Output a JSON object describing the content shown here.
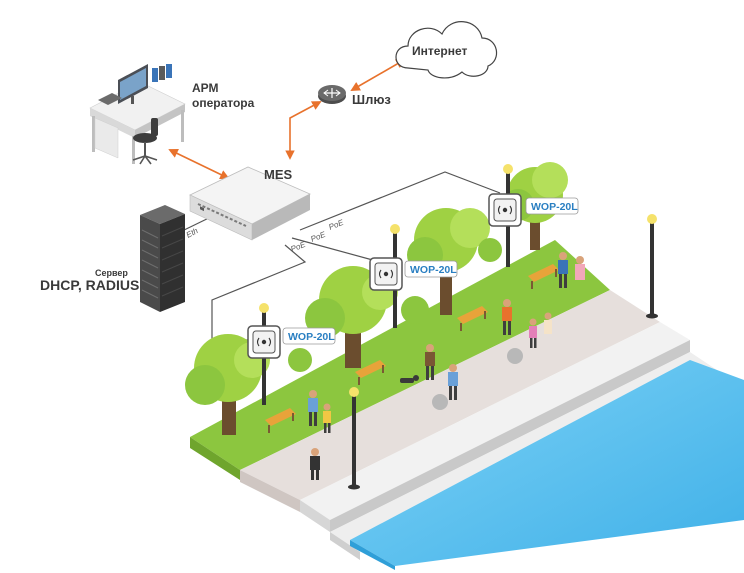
{
  "labels": {
    "internet": "Интернет",
    "gateway": "Шлюз",
    "arm_line1": "АРМ",
    "arm_line2": "оператора",
    "switch": "MES",
    "server_small": "Сервер",
    "server_big": "DHCP, RADIUS",
    "eth": "Eth",
    "poe": "PoE"
  },
  "access_points": [
    {
      "label": "WOP-20L"
    },
    {
      "label": "WOP-20L"
    },
    {
      "label": "WOP-20L"
    }
  ],
  "colors": {
    "arrow": "#e8722c",
    "cable": "#555555",
    "wop_text": "#2a7fc2",
    "water": "#5cc1ef",
    "grass": "#8cc63f",
    "walkway": "#e6dfdc",
    "tree": "#9fd143"
  },
  "icons": {
    "cloud": "cloud-icon",
    "router": "router-icon",
    "wifi_ap": "wifi-access-point-icon",
    "server": "server-rack-icon",
    "switch": "network-switch-icon",
    "workstation": "workstation-desk-icon"
  }
}
